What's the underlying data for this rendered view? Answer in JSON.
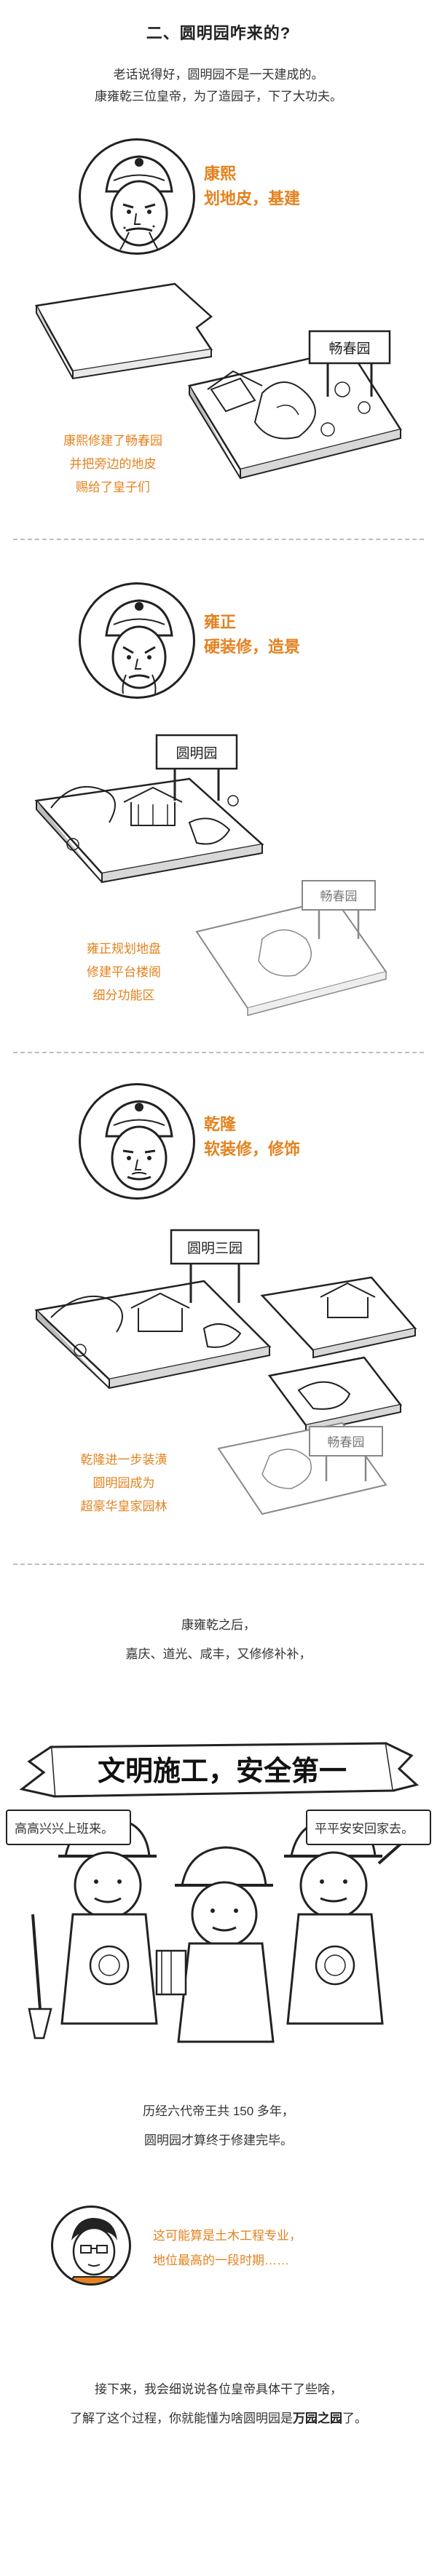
{
  "section_title": "二、圆明园咋来的?",
  "intro": {
    "line1": "老话说得好，圆明园不是一天建成的。",
    "line2": "康雍乾三位皇帝，为了造园子，下了大功夫。"
  },
  "kangxi": {
    "label_line1": "康熙",
    "label_line2": "划地皮，基建",
    "sign": "畅春园",
    "note_line1": "康熙修建了畅春园",
    "note_line2": "并把旁边的地皮",
    "note_line3": "赐给了皇子们"
  },
  "yongzheng": {
    "label_line1": "雍正",
    "label_line2": "硬装修，造景",
    "sign_main": "圆明园",
    "sign_old": "畅春园",
    "note_line1": "雍正规划地盘",
    "note_line2": "修建平台楼阁",
    "note_line3": "细分功能区"
  },
  "qianlong": {
    "label_line1": "乾隆",
    "label_line2": "软装修，修饰",
    "sign_main": "圆明三园",
    "sign_old": "畅春园",
    "note_line1": "乾隆进一步装潢",
    "note_line2": "圆明园成为",
    "note_line3": "超豪华皇家园林"
  },
  "later": {
    "line1": "康雍乾之后，",
    "line2": "嘉庆、道光、咸丰，又修修补补，"
  },
  "construction": {
    "banner": "文明施工，安全第一",
    "bubble_left": "高高兴兴上班来。",
    "bubble_right": "平平安安回家去。"
  },
  "summary": {
    "line1": "历经六代帝王共 150 多年，",
    "line2": "圆明园才算终于修建完毕。"
  },
  "author_note": {
    "line1": "这可能算是土木工程专业，",
    "line2": "地位最高的一段时期……"
  },
  "outro": {
    "line1": "接下来，我会细说说各位皇帝具体干了些啥，",
    "line2_pre": "了解了这个过程，你就能懂为啥圆明园是",
    "line2_bold": "万园之园",
    "line2_post": "了。"
  }
}
